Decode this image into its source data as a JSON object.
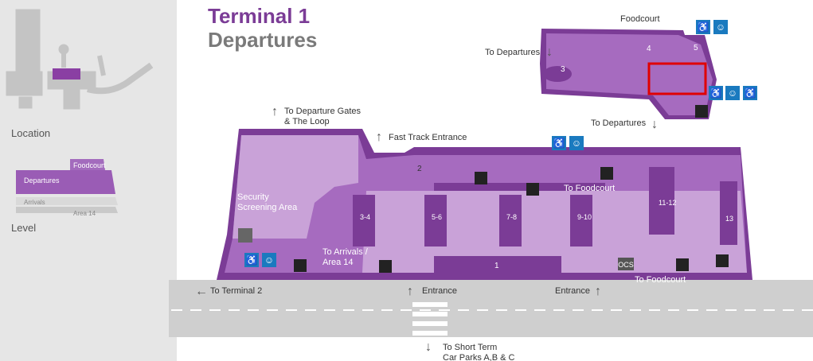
{
  "title": {
    "terminal": "Terminal 1",
    "area": "Departures"
  },
  "sidebar": {
    "location_label": "Location",
    "level_label": "Level",
    "levels": [
      "Foodcourt",
      "Departures",
      "Arrivals",
      "Area 14"
    ]
  },
  "directions": {
    "to_departure_gates": [
      "To Departure Gates",
      "& The Loop"
    ],
    "fast_track": "Fast Track Entrance",
    "to_departures_top": "To Departures",
    "to_departures_right": "To Departures",
    "to_foodcourt_1": "To Foodcourt",
    "to_foodcourt_2": "To Foodcourt",
    "to_arrivals": [
      "To Arrivals /",
      "Area 14"
    ],
    "to_terminal_2": "To Terminal 2",
    "entrance_1": "Entrance",
    "entrance_2": "Entrance",
    "to_short_term": [
      "To Short Term",
      "Car Parks A,B & C"
    ]
  },
  "areas": {
    "foodcourt": "Foodcourt",
    "security": [
      "Security",
      "Screening Area"
    ],
    "ocs": "OCS"
  },
  "gates": [
    "3-4",
    "5-6",
    "7-8",
    "9-10",
    "11-12",
    "13"
  ],
  "zones": [
    "1",
    "2",
    "3",
    "4",
    "5"
  ],
  "colors": {
    "primary": "#7b3c96",
    "floor": "#a66bbf",
    "light_floor": "#c9a2d8",
    "highlight": "#e00000",
    "icon_blue": "#1a7abf",
    "road": "#cfcfcf"
  }
}
